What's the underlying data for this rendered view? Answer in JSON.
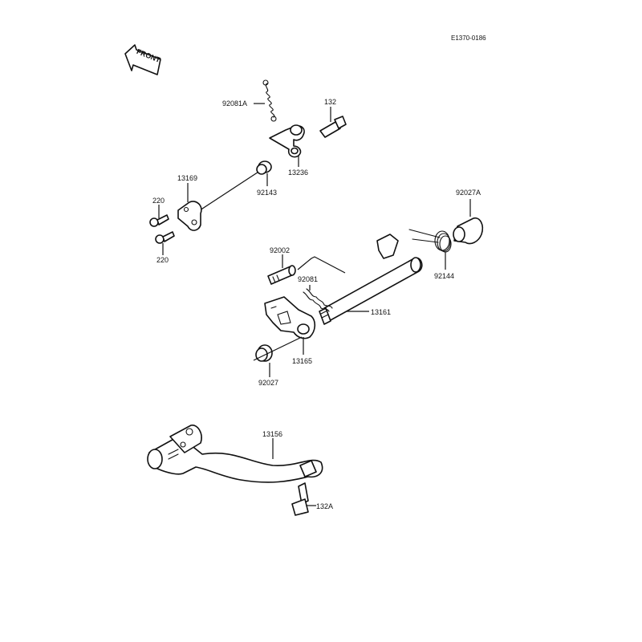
{
  "drawing_code": "E1370-0186",
  "front_arrow": {
    "label": "FRONT",
    "icon": "front-arrow-icon"
  },
  "parts": {
    "p92081A": "92081A",
    "p132": "132",
    "p13236": "13236",
    "p92143": "92143",
    "p13169": "13169",
    "p220_top": "220",
    "p220_bottom": "220",
    "p92027A": "92027A",
    "p92002": "92002",
    "p92081": "92081",
    "p92144": "92144",
    "p13161": "13161",
    "p13165": "13165",
    "p92027": "92027",
    "p13156": "13156",
    "p132A": "132A"
  }
}
